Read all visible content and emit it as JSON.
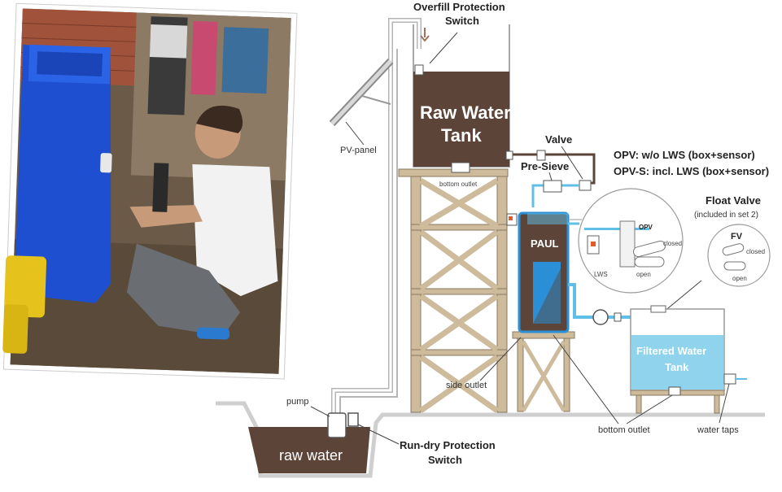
{
  "labels": {
    "overfill_line1": "Overfill Protection",
    "overfill_line2": "Switch",
    "raw_tank_line1": "Raw Water",
    "raw_tank_line2": "Tank",
    "pv_panel": "PV-panel",
    "valve": "Valve",
    "pre_sieve": "Pre-Sieve",
    "opv": "OPV: w/o LWS (box+sensor)",
    "opv_s": "OPV-S: incl. LWS (box+sensor)",
    "float_valve": "Float Valve",
    "float_valve_note": "(included in set 2)",
    "bottom_outlet_top": "bottom outlet",
    "paul": "PAUL",
    "side_outlet": "side outlet",
    "filtered_line1": "Filtered Water",
    "filtered_line2": "Tank",
    "bottom_outlet": "bottom outlet",
    "water_taps": "water taps",
    "pump": "pump",
    "raw_water": "raw water",
    "run_dry_line1": "Run-dry Protection",
    "run_dry_line2": "Switch",
    "fv": "FV",
    "opv_small": "OPV",
    "lws": "LWS",
    "closed_1": "closed",
    "open_1": "open",
    "closed_2": "closed",
    "open_2": "open"
  },
  "colors": {
    "brown": "#5c4538",
    "tower": "#cdbb9c",
    "tower_edge": "#8a7a60",
    "water_blue": "#8fd3ec",
    "paul_blue": "#2a8fd6",
    "pipe": "#e6e6e6",
    "photo_blue": "#1e4fd0"
  }
}
